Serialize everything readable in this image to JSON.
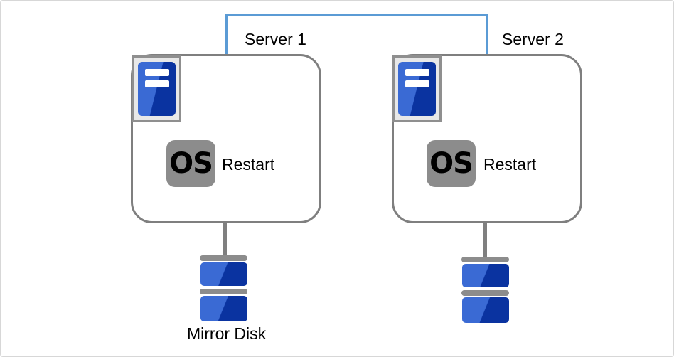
{
  "interconnect": {
    "color": "#5b9bd5"
  },
  "servers": [
    {
      "label": "Server 1",
      "os_badge": "OS",
      "action_label": "Restart"
    },
    {
      "label": "Server 2",
      "os_badge": "OS",
      "action_label": "Restart"
    }
  ],
  "disks": [
    {
      "label": "Mirror Disk"
    },
    {
      "label": ""
    }
  ],
  "palette": {
    "box_outline_gray": "#7f7f7f",
    "icon_gray": "#8c8c8c",
    "icon_background_gray": "#e8e8e8",
    "server_blue_light": "#3a6ad4",
    "server_blue_dark": "#0a33a0",
    "interconnect_blue": "#5b9bd5",
    "canvas_border": "#d7d7d7"
  }
}
